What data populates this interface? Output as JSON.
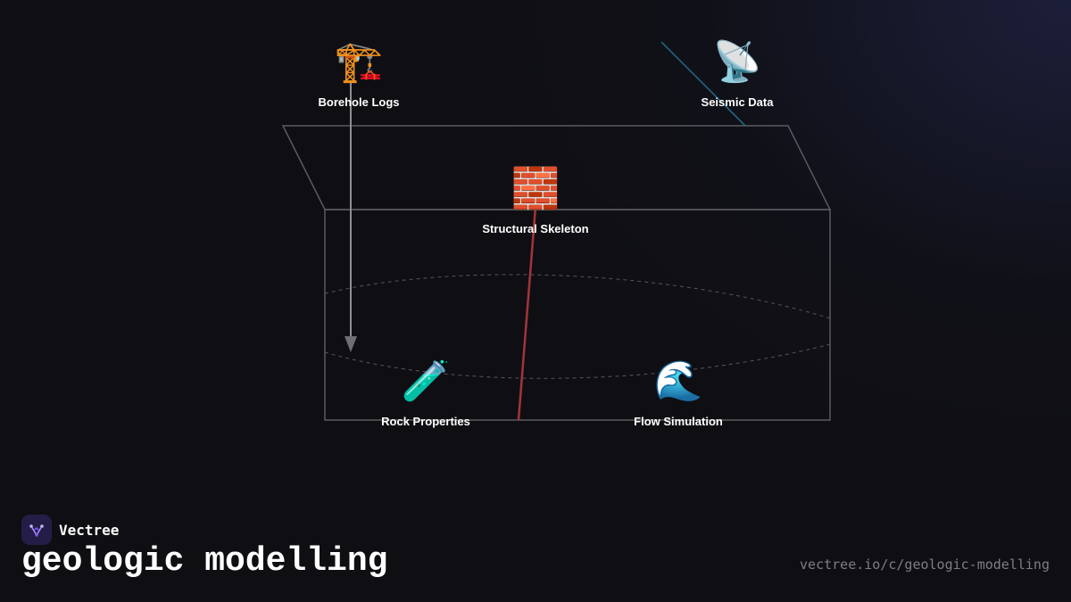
{
  "brand": {
    "name": "Vectree",
    "logo_icon": "vectree-logo-icon",
    "logo_color": "#8b5cf6"
  },
  "page": {
    "title": "geologic modelling",
    "url": "vectree.io/c/geologic-modelling"
  },
  "diagram": {
    "nodes": {
      "borehole": {
        "label": "Borehole Logs",
        "icon": "🏗️",
        "icon_name": "construction-crane-icon"
      },
      "seismic": {
        "label": "Seismic Data",
        "icon": "📡",
        "icon_name": "satellite-antenna-icon"
      },
      "structural": {
        "label": "Structural Skeleton",
        "icon": "🧱",
        "icon_name": "brick-wall-icon"
      },
      "rock": {
        "label": "Rock Properties",
        "icon": "🧪",
        "icon_name": "test-tube-icon"
      },
      "flow": {
        "label": "Flow Simulation",
        "icon": "🌊",
        "icon_name": "water-wave-icon"
      }
    },
    "colors": {
      "block_outline": "#5a5a60",
      "borehole_line": "#8e8e94",
      "seismic_ray": "#1f6f8b",
      "fault_line": "#a3343a",
      "horizon_dashes": "#55555c"
    }
  }
}
